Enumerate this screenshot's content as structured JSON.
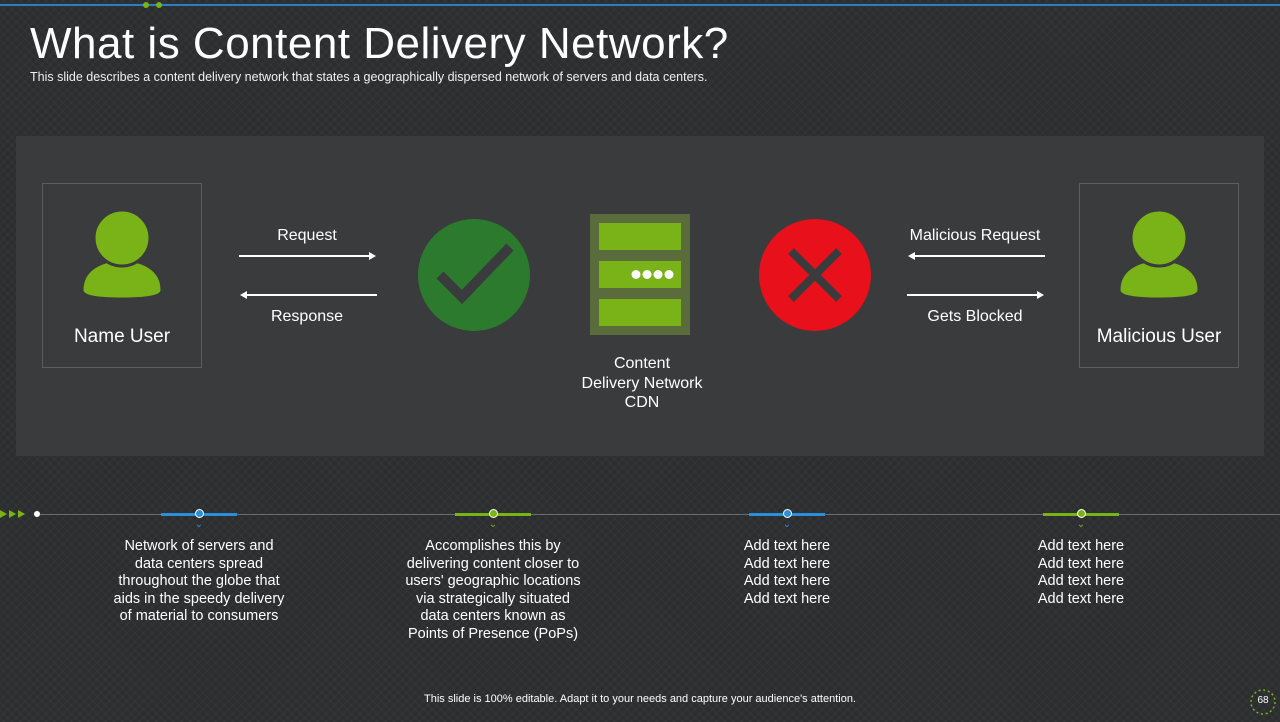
{
  "slide": {
    "title": "What is Content Delivery Network?",
    "subtitle": "This slide describes a content delivery  network that states a geographically  dispersed network of servers and data centers."
  },
  "diagram": {
    "left_user": {
      "label": "Name User",
      "icon": "user-icon"
    },
    "right_user": {
      "label": "Malicious User",
      "icon": "user-icon"
    },
    "request_label": "Request",
    "response_label": "Response",
    "malicious_request_label": "Malicious Request",
    "gets_blocked_label": "Gets Blocked",
    "allowed_icon": "checkmark-icon",
    "blocked_icon": "cross-icon",
    "server_icon": "server-icon",
    "cdn_label": [
      "Content",
      "Delivery Network",
      "CDN"
    ]
  },
  "timeline": {
    "items": [
      {
        "color": "#2a8fd8",
        "text": [
          "Network of servers and",
          "data centers spread",
          "throughout the globe that",
          "aids in the speedy delivery",
          "of material to consumers"
        ]
      },
      {
        "color": "#7ab317",
        "text": [
          "Accomplishes this by",
          "delivering content closer to",
          "users' geographic locations",
          "via strategically situated",
          "data centers known as",
          "Points of Presence (PoPs)"
        ]
      },
      {
        "color": "#2a8fd8",
        "text": [
          "Add text here",
          "Add text here",
          "Add text here",
          "Add text here"
        ]
      },
      {
        "color": "#7ab317",
        "text": [
          "Add text here",
          "Add text here",
          "Add text here",
          "Add text here"
        ]
      }
    ]
  },
  "footer": {
    "note": "This slide is 100% editable.  Adapt it to your needs and capture your audience's attention.",
    "page_number": "68"
  },
  "colors": {
    "accent_green": "#7ab317",
    "accent_blue": "#2a8fd8",
    "check_green": "#2b7a2e",
    "block_red": "#e8101a",
    "server_frame": "#5a6b3c"
  }
}
